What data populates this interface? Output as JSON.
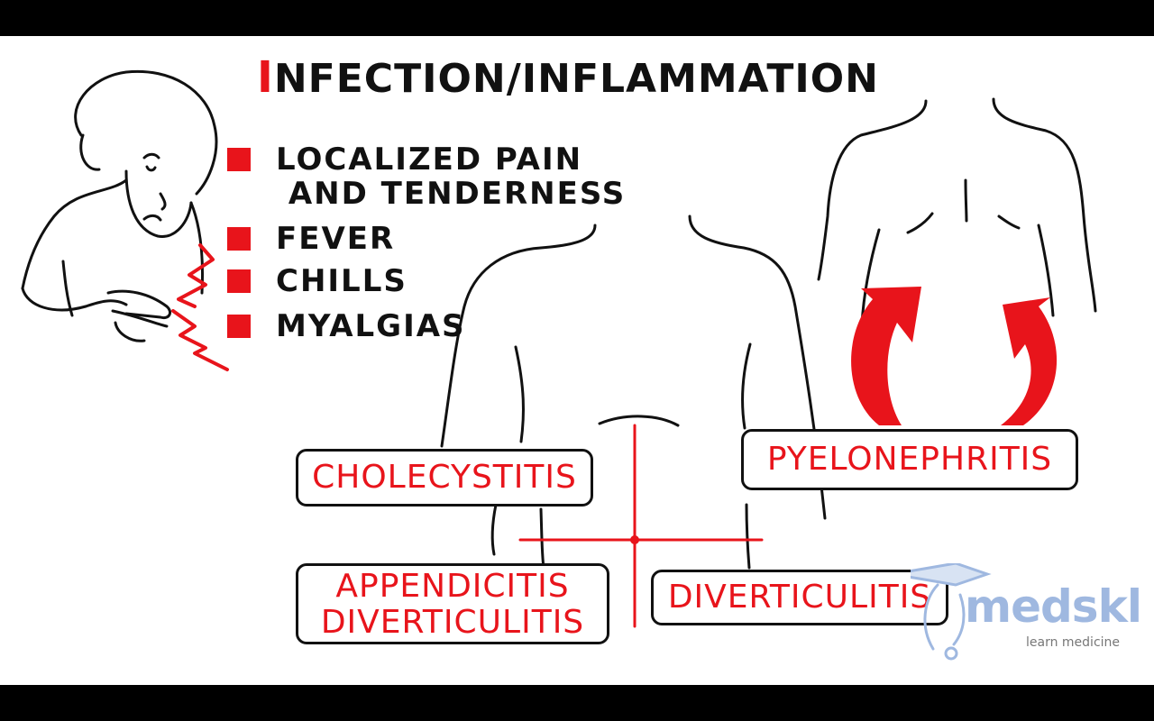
{
  "title": {
    "first_letter": "I",
    "rest": "NFECTION/INFLAMMATION"
  },
  "symptoms": [
    "LOCALIZED PAIN\n AND TENDERNESS",
    "FEVER",
    "CHILLS",
    "MYALGIAS"
  ],
  "labels": {
    "cholecystitis": "CHOLECYSTITIS",
    "pyelonephritis": "PYELONEPHRITIS",
    "appendicitis_diverticulitis": "APPENDICITIS\nDIVERTICULITIS",
    "diverticulitis": "DIVERTICULITIS"
  },
  "logo": {
    "name": "medskl",
    "tagline": "learn medicine"
  },
  "colors": {
    "accent": "#e8141b",
    "ink": "#111111",
    "logo": "#9fb8e0"
  }
}
